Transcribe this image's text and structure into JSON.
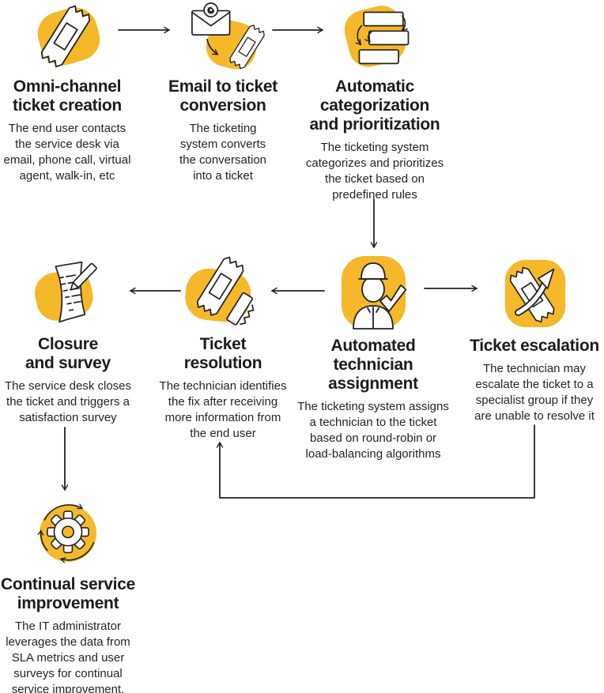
{
  "steps": [
    {
      "id": "omni-channel-ticket-creation",
      "title": "Omni-channel\nticket creation",
      "description": "The end user contacts\nthe service desk via\nemail, phone call, virtual\nagent, walk-in, etc",
      "icon": "ticket-icon"
    },
    {
      "id": "email-to-ticket-conversion",
      "title": "Email to ticket\nconversion",
      "description": "The ticketing\nsystem converts\nthe conversation\ninto a ticket",
      "icon": "email-to-ticket-icon"
    },
    {
      "id": "automatic-categorization-and-prioritization",
      "title": "Automatic\ncategorization\nand prioritization",
      "description": "The ticketing system\ncategorizes and prioritizes\nthe ticket based on\npredefined rules",
      "icon": "categorize-list-icon"
    },
    {
      "id": "closure-and-survey",
      "title": "Closure\nand survey",
      "description": "The service desk closes\nthe ticket and triggers a\nsatisfaction survey",
      "icon": "survey-pencil-icon"
    },
    {
      "id": "ticket-resolution",
      "title": "Ticket\nresolution",
      "description": "The technician identifies\nthe fix after receiving\nmore information from\nthe end user",
      "icon": "stamped-ticket-icon"
    },
    {
      "id": "automated-technician-assignment",
      "title": "Automated\ntechnician\nassignment",
      "description": "The ticketing system assigns\na technician to the ticket\nbased on round-robin or\nload-balancing algorithms",
      "icon": "technician-check-icon"
    },
    {
      "id": "ticket-escalation",
      "title": "Ticket escalation",
      "description": "The technician may\nescalate the ticket to a\nspecialist group if they\nare unable to resolve it",
      "icon": "escalation-arrow-ticket-icon"
    },
    {
      "id": "continual-service-improvement",
      "title": "Continual service\nimprovement",
      "description": "The IT administrator\nleverages the data from\nSLA metrics and user\nsurveys for continual\nservice improvement.",
      "icon": "gear-cycle-icon"
    }
  ],
  "connectors": [
    {
      "from": "omni-channel-ticket-creation",
      "to": "email-to-ticket-conversion"
    },
    {
      "from": "email-to-ticket-conversion",
      "to": "automatic-categorization-and-prioritization"
    },
    {
      "from": "automatic-categorization-and-prioritization",
      "to": "automated-technician-assignment"
    },
    {
      "from": "automated-technician-assignment",
      "to": "ticket-resolution"
    },
    {
      "from": "automated-technician-assignment",
      "to": "ticket-escalation"
    },
    {
      "from": "ticket-escalation",
      "to": "ticket-resolution"
    },
    {
      "from": "ticket-resolution",
      "to": "closure-and-survey"
    },
    {
      "from": "closure-and-survey",
      "to": "continual-service-improvement"
    }
  ],
  "colors": {
    "accent": "#F5B82B",
    "ink": "#1C1C1C",
    "text": "#232323",
    "connector": "#222222",
    "background": "#FFFFFF"
  }
}
